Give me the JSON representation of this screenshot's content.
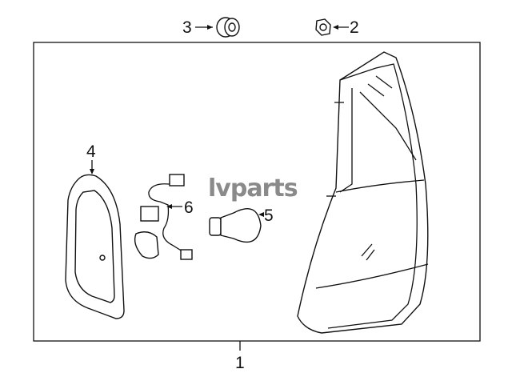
{
  "diagram": {
    "watermark": "lvparts",
    "callouts": [
      {
        "number": "1",
        "part": "lamp-assembly"
      },
      {
        "number": "2",
        "part": "nut"
      },
      {
        "number": "3",
        "part": "grommet"
      },
      {
        "number": "4",
        "part": "gasket"
      },
      {
        "number": "5",
        "part": "bulb"
      },
      {
        "number": "6",
        "part": "socket-and-wire"
      }
    ]
  }
}
